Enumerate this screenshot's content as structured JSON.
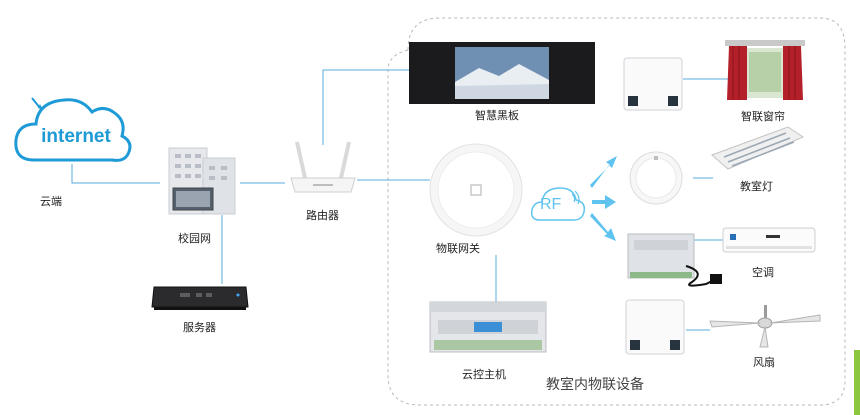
{
  "nodes": {
    "cloud": {
      "label": "云端",
      "logo_text": "internet"
    },
    "campus": {
      "label": "校园网"
    },
    "server": {
      "label": "服务器"
    },
    "router": {
      "label": "路由器"
    },
    "board": {
      "label": "智慧黑板"
    },
    "gateway": {
      "label": "物联网关"
    },
    "controller": {
      "label": "云控主机"
    },
    "curtain": {
      "label": "智联窗帘"
    },
    "light": {
      "label": "教室灯"
    },
    "ac": {
      "label": "空调"
    },
    "fan": {
      "label": "风扇"
    }
  },
  "rf": {
    "text": "RF"
  },
  "region": {
    "label": "教室内物联设备"
  },
  "colors": {
    "line": "#5aaee0",
    "accent": "#29abe2",
    "cloud": "#1e9bd7",
    "edge_bar": "#8cc63f"
  }
}
